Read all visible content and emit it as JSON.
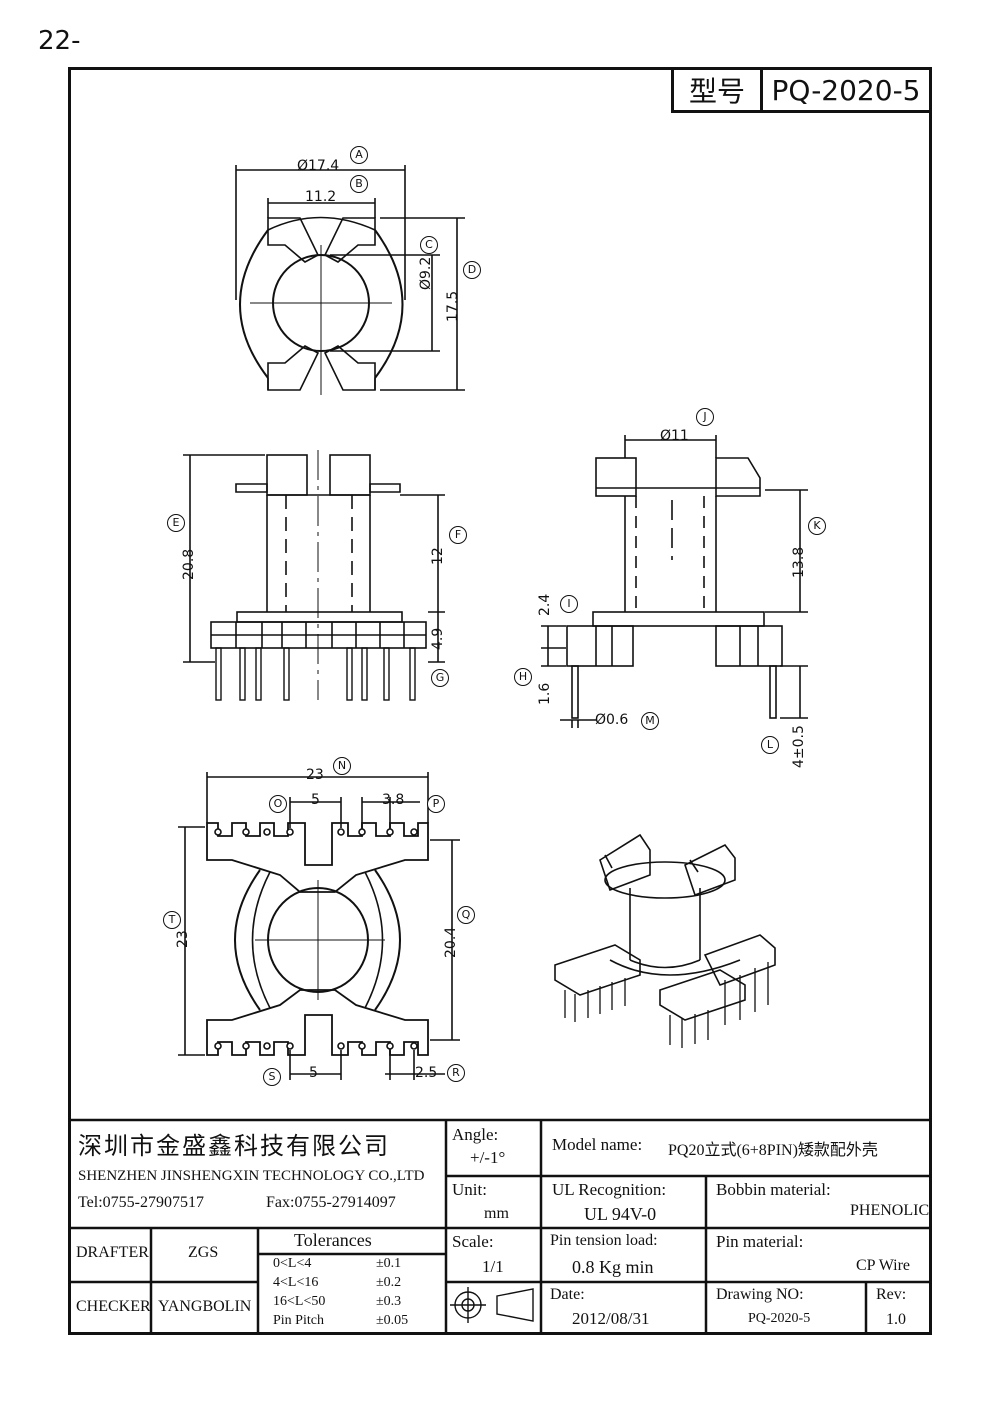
{
  "page_number": "22-",
  "type_label": "型号",
  "type_value": "PQ-2020-5",
  "dimensions": {
    "A": "Ø17.4",
    "B": "11.2",
    "C": "Ø9.2",
    "D": "17.5",
    "E": "20.8",
    "F": "12",
    "G": "4.9",
    "J": "Ø11",
    "K": "13.8",
    "I": "2.4",
    "H": "1.6",
    "M": "Ø0.6",
    "L": "4±0.5",
    "N": "23",
    "O": "5",
    "P": "3.8",
    "T": "23",
    "Q": "20.4",
    "S": "5",
    "R": "2.5"
  },
  "callouts": [
    "A",
    "B",
    "C",
    "D",
    "E",
    "F",
    "G",
    "H",
    "I",
    "J",
    "K",
    "L",
    "M",
    "N",
    "O",
    "P",
    "Q",
    "R",
    "S",
    "T"
  ],
  "title_block": {
    "company_cn": "深圳市金盛鑫科技有限公司",
    "company_en": "SHENZHEN JINSHENGXIN TECHNOLOGY CO.,LTD",
    "tel": "Tel:0755-27907517",
    "fax": "Fax:0755-27914097",
    "angle_label": "Angle:",
    "angle_value": "+/-1°",
    "model_label": "Model name:",
    "model_value": "PQ20立式(6+8PIN)矮款配外壳",
    "unit_label": "Unit:",
    "unit_value": "mm",
    "ul_label": "UL Recognition:",
    "ul_value": "UL 94V-0",
    "bobbin_label": "Bobbin material:",
    "bobbin_value": "PHENOLIC",
    "drafter_label": "DRAFTER",
    "drafter_value": "ZGS",
    "checker_label": "CHECKER",
    "checker_value": "YANGBOLIN",
    "tolerances_label": "Tolerances",
    "tolerances": [
      {
        "range": "0<L<4",
        "value": "±0.1"
      },
      {
        "range": "4<L<16",
        "value": "±0.2"
      },
      {
        "range": "16<L<50",
        "value": "±0.3"
      },
      {
        "range": "Pin Pitch",
        "value": "±0.05"
      }
    ],
    "scale_label": "Scale:",
    "scale_value": "1/1",
    "pin_tension_label": "Pin tension load:",
    "pin_tension_value": "0.8 Kg min",
    "pin_material_label": "Pin material:",
    "pin_material_value": "CP Wire",
    "date_label": "Date:",
    "date_value": "2012/08/31",
    "drawing_no_label": "Drawing NO:",
    "drawing_no_value": "PQ-2020-5",
    "rev_label": "Rev:",
    "rev_value": "1.0"
  }
}
